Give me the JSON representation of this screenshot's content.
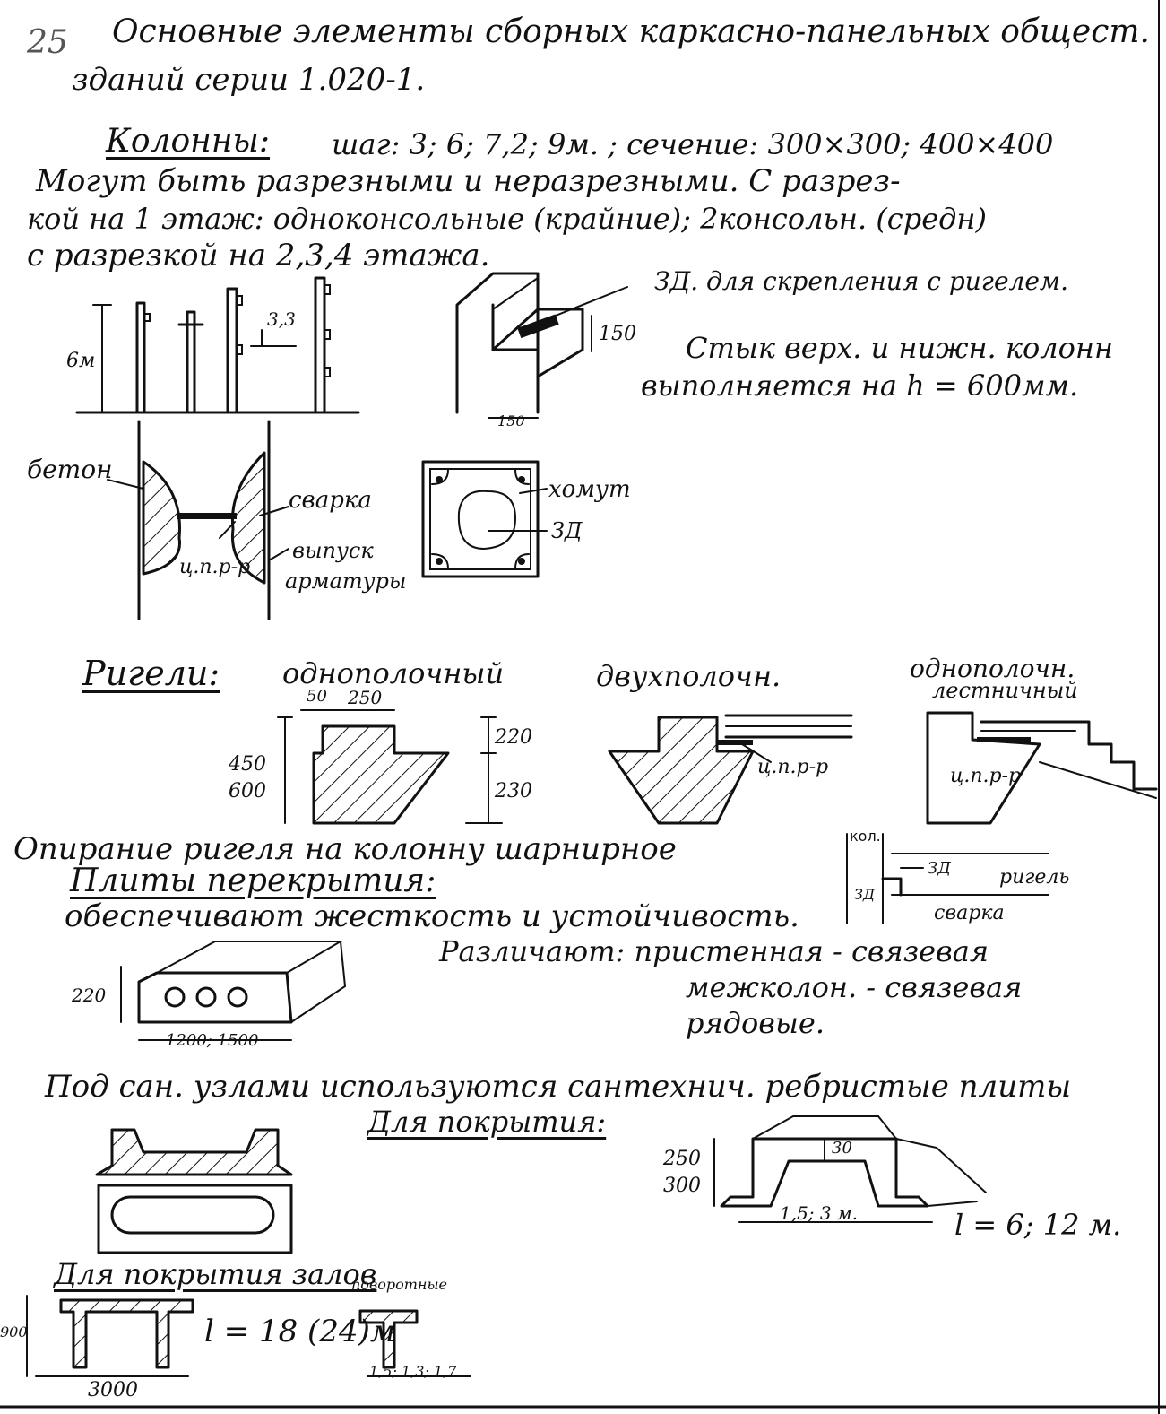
{
  "header": {
    "page_number": "25",
    "title_line1": "Основные элементы сборных каркасно-панельных общест.",
    "title_line2": "зданий серии 1.020-1."
  },
  "columns": {
    "heading": "Колонны:",
    "spec": "шаг: 3; 6; 7,2; 9м. ; сечение: 300×300; 400×400",
    "line2": "Могут быть разрезными и неразрезными. С разрез-",
    "line3": "кой на 1 этаж: одноконсольные (крайние); 2консольн. (средн)",
    "line4": "с разрезкой на 2,3,4 этажа.",
    "dim_height": "6м",
    "dim_step": "3,3",
    "dim_150v": "150",
    "dim_150h": "150",
    "zd_note": "ЗД. для скрепления с ригелем.",
    "joint_line1": "Стык верх. и нижн. колонн",
    "joint_line2": "выполняется на h = 600мм.",
    "label_concrete": "бетон",
    "label_welding": "сварка",
    "label_cpr": "ц.п.р-р",
    "label_rebar1": "выпуск",
    "label_rebar2": "арматуры",
    "label_clamp": "хомут",
    "label_zd": "ЗД"
  },
  "girders": {
    "heading": "Ригели:",
    "type1": "однополочный",
    "type2": "двухполочн.",
    "type3_line1": "однополочн.",
    "type3_line2": "лестничный",
    "dim_50": "50",
    "dim_250": "250",
    "dim_450": "450",
    "dim_600": "600",
    "dim_220": "220",
    "dim_230": "230",
    "label_cpr1": "ц.п.р-р",
    "label_cpr2": "ц.п.р-р",
    "support_text": "Опирание ригеля на колонну шарнирное",
    "detail_kol": "кол.",
    "detail_zd1": "ЗД",
    "detail_zd2": "ЗД",
    "detail_rigel": "ригель",
    "detail_welding": "сварка"
  },
  "slabs": {
    "heading": "Плиты перекрытия:",
    "line1": "обеспечивают жесткость и устойчивость.",
    "dim_220": "220",
    "dim_width": "1200; 1500",
    "types_line1": "Различают: пристенная - связевая",
    "types_line2": "межколон. - связевая",
    "types_line3": "рядовые.",
    "sanitary_text": "Под сан. узлами используются сантехнич. ребристые плиты",
    "roof_heading": "Для покрытия:",
    "dim_250": "250",
    "dim_300": "300",
    "dim_30": "30",
    "dim_width2": "1,5; 3 м.",
    "span": "l = 6; 12 м."
  },
  "halls": {
    "heading": "Для покрытия залов",
    "sub": "поворотные",
    "dim_900": "900",
    "dim_3000": "3000",
    "span": "l = 18 (24)м",
    "dim_widths": "1,5; 1,3; 1,7."
  }
}
